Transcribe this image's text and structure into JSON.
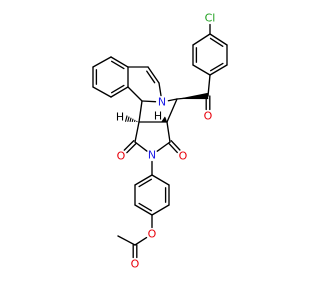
{
  "molecule": {
    "atoms": [
      {
        "symbol": "Cl",
        "element": "chlorine"
      },
      {
        "symbol": "O",
        "element": "oxygen",
        "role": "ketone"
      },
      {
        "symbol": "N",
        "element": "nitrogen",
        "role": "ring"
      },
      {
        "symbol": "H",
        "element": "hydrogen",
        "role": "stereo"
      },
      {
        "symbol": "H",
        "element": "hydrogen",
        "role": "stereo"
      },
      {
        "symbol": "O",
        "element": "oxygen",
        "role": "imide carbonyl"
      },
      {
        "symbol": "N",
        "element": "nitrogen",
        "role": "imide"
      },
      {
        "symbol": "O",
        "element": "oxygen",
        "role": "imide carbonyl"
      },
      {
        "symbol": "O",
        "element": "oxygen",
        "role": "ester"
      },
      {
        "symbol": "O",
        "element": "oxygen",
        "role": "ester carbonyl"
      }
    ]
  },
  "colors": {
    "bond": "#000000",
    "carbon": "#000000",
    "chlorine": "#1fa01f",
    "oxygen": "#e8000b",
    "nitrogen": "#1f1fe8",
    "hydrogen": "#000000",
    "background": "#ffffff"
  }
}
